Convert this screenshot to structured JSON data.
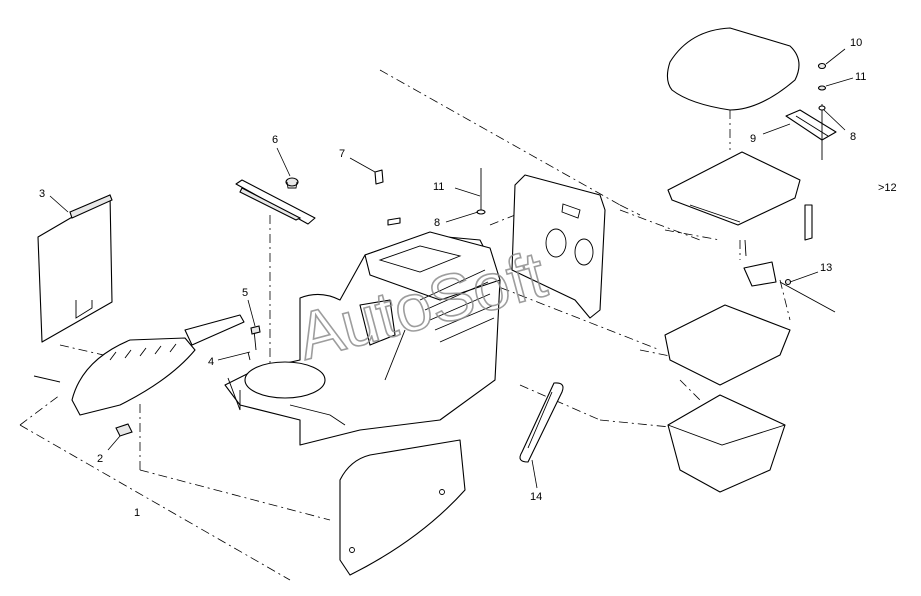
{
  "watermark": "AutoSoft",
  "callouts": [
    {
      "id": "c1",
      "text": "1"
    },
    {
      "id": "c2",
      "text": "2"
    },
    {
      "id": "c3",
      "text": "3"
    },
    {
      "id": "c4",
      "text": "4"
    },
    {
      "id": "c5",
      "text": "5"
    },
    {
      "id": "c6",
      "text": "6"
    },
    {
      "id": "c7",
      "text": "7"
    },
    {
      "id": "c8a",
      "text": "8"
    },
    {
      "id": "c8b",
      "text": "8"
    },
    {
      "id": "c9",
      "text": "9"
    },
    {
      "id": "c10",
      "text": "10"
    },
    {
      "id": "c11a",
      "text": "11"
    },
    {
      "id": "c11b",
      "text": "11"
    },
    {
      "id": "c12",
      "text": ">12"
    },
    {
      "id": "c13",
      "text": "13"
    },
    {
      "id": "c14",
      "text": "14"
    }
  ]
}
